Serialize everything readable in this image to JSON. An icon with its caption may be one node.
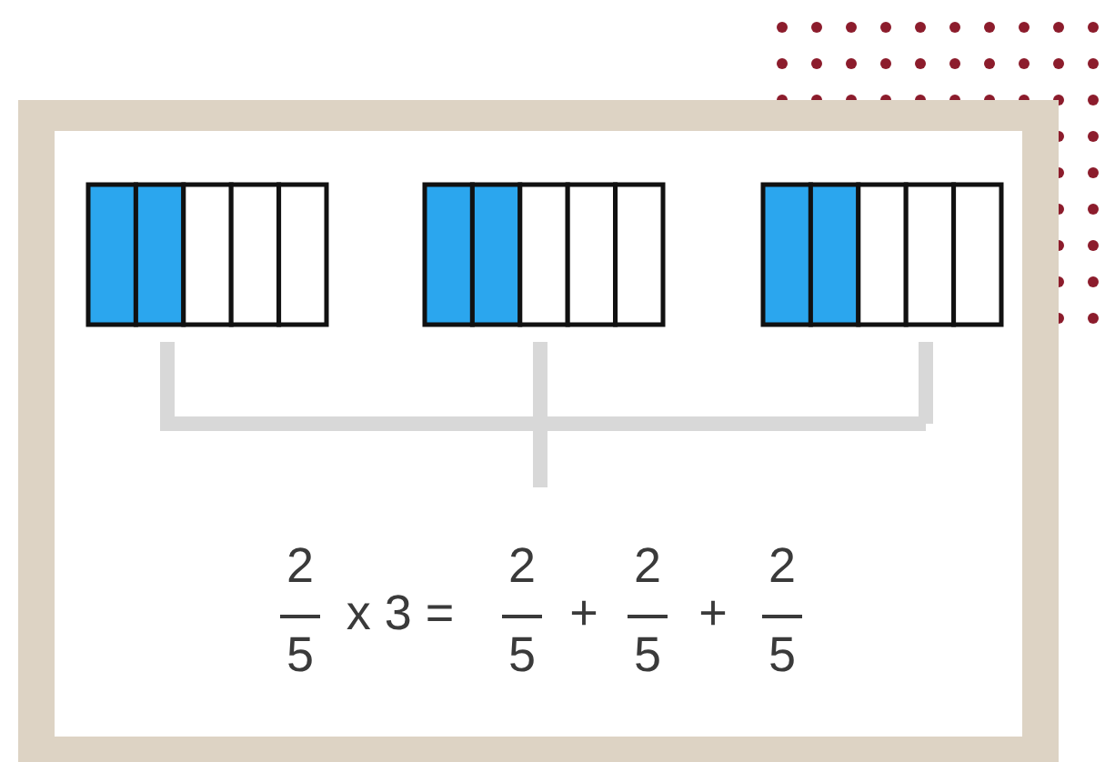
{
  "diagram": {
    "nodes": [
      {
        "text": [],
        "shape": "bar"
      },
      {
        "text": [],
        "shape": "bar"
      },
      {
        "text": [],
        "shape": "bar"
      }
    ],
    "labels": [
      "2",
      "5",
      "x 3 =",
      "2",
      "5",
      "+",
      "2",
      "5",
      "+",
      "2",
      "5"
    ]
  }
}
